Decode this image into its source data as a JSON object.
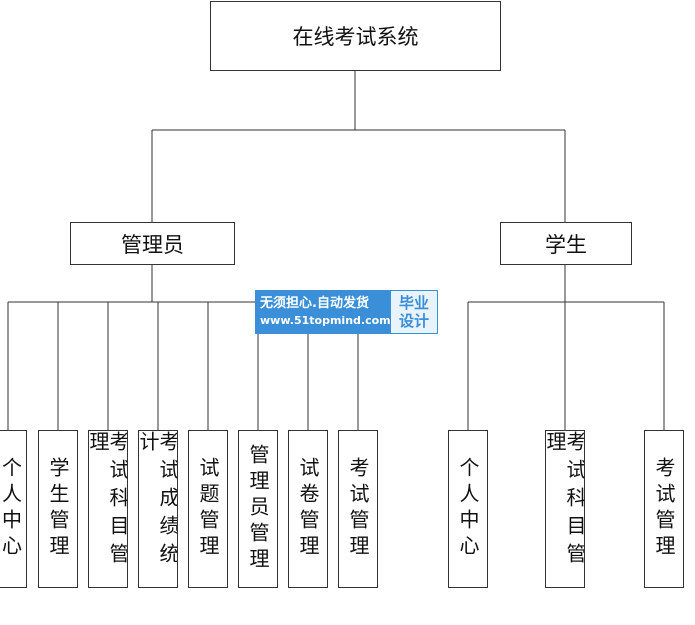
{
  "diagram": {
    "root": "在线考试系统",
    "branches": [
      {
        "label": "管理员",
        "children": [
          "个人中心",
          "学生管理",
          "考试科目管理",
          "考试成绩统计",
          "试题管理",
          "管理员管理",
          "试卷管理",
          "考试管理"
        ]
      },
      {
        "label": "学生",
        "children": [
          "个人中心",
          "考试科目管理",
          "考试管理"
        ]
      }
    ]
  },
  "watermark": {
    "line1": "无须担心.自动发货",
    "line2": "www.51topmind.com",
    "badge_top": "毕业",
    "badge_bottom": "设计"
  }
}
